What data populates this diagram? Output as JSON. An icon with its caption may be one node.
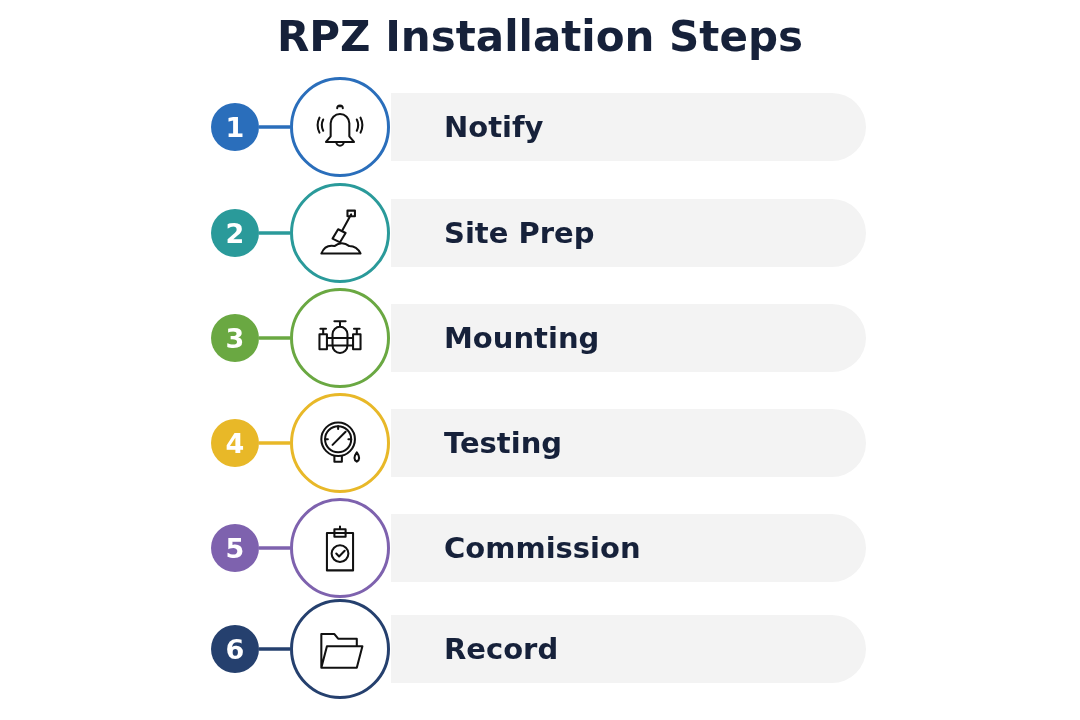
{
  "diagram": {
    "title": "RPZ Installation Steps",
    "nodes": [
      {
        "text": [
          "1"
        ]
      },
      {
        "text": [],
        "shape": "circle"
      },
      {
        "text": [
          "Notify"
        ]
      },
      {
        "text": [
          "2"
        ]
      },
      {
        "text": [],
        "shape": "circle"
      },
      {
        "text": [
          "Site Prep"
        ]
      },
      {
        "text": [
          "3"
        ]
      },
      {
        "text": [],
        "shape": "circle"
      },
      {
        "text": [
          "Mounting"
        ]
      },
      {
        "text": [
          "4"
        ]
      },
      {
        "text": [],
        "shape": "circle"
      },
      {
        "text": [
          "Testing"
        ]
      },
      {
        "text": [
          "5"
        ]
      },
      {
        "text": [],
        "shape": "circle"
      },
      {
        "text": [
          "Commission"
        ]
      },
      {
        "text": [
          "6"
        ]
      },
      {
        "text": [],
        "shape": "circle"
      },
      {
        "text": [
          "Record"
        ]
      }
    ],
    "edges": [
      {
        "from": 0,
        "to": 1,
        "arrow": "none",
        "color": "#2a6ebb"
      },
      {
        "from": 3,
        "to": 4,
        "arrow": "none",
        "color": "#2a9a9a"
      },
      {
        "from": 6,
        "to": 7,
        "arrow": "none",
        "color": "#6aa842"
      },
      {
        "from": 9,
        "to": 10,
        "arrow": "none",
        "color": "#e8b828"
      },
      {
        "from": 12,
        "to": 13,
        "arrow": "none",
        "color": "#7e62ae"
      },
      {
        "from": 15,
        "to": 16,
        "arrow": "none",
        "color": "#25406e"
      }
    ]
  }
}
